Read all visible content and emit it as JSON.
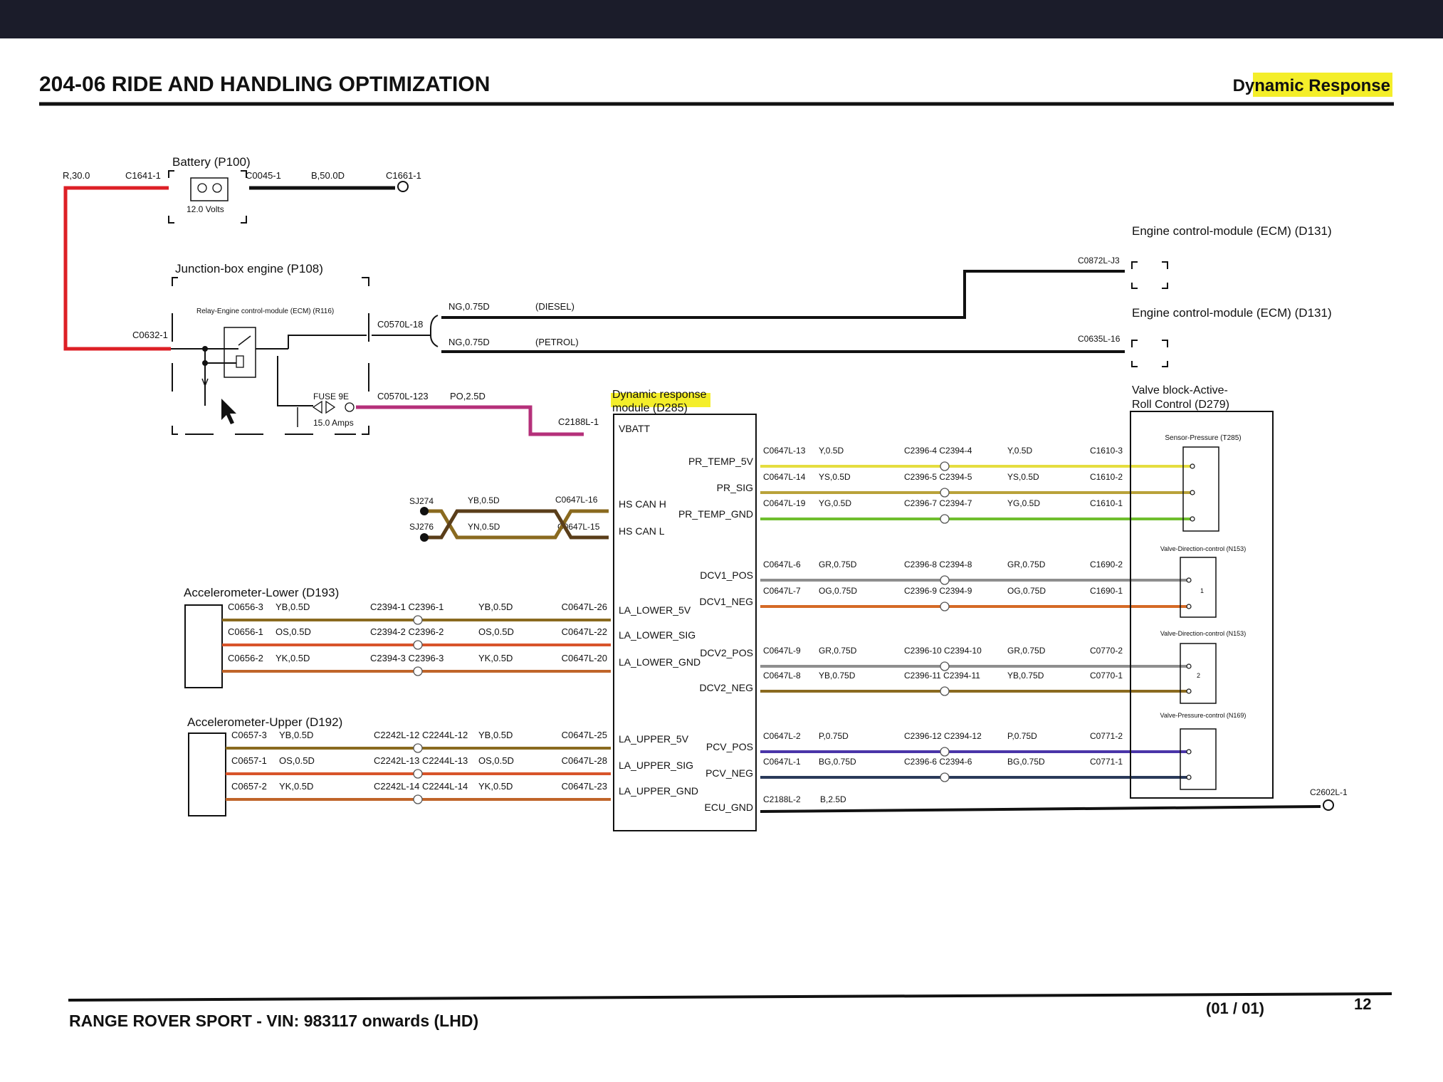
{
  "header": {
    "title": "204-06 RIDE AND HANDLING OPTIMIZATION",
    "badge": "Dynamic Response"
  },
  "footer": {
    "vehicle": "RANGE ROVER SPORT - VIN: 983117 onwards (LHD)",
    "pages": "(01 / 01)",
    "page_number": "12"
  },
  "colors": {
    "red": "#dd1f26",
    "black": "#111111",
    "pink": "#b5307a",
    "yb": "#8a6a1f",
    "yn": "#7a5a2a",
    "os": "#d8542a",
    "yk": "#c0652a",
    "y": "#e5dd3f",
    "ys": "#b9a23a",
    "yg": "#6fbe2d",
    "gr": "#8e8e8e",
    "og": "#d56a26",
    "p": "#4a35a8",
    "bg": "#2a3a5a",
    "highlight": "#f4ee2a"
  },
  "battery": {
    "title": "Battery (P100)",
    "volts": "12.0 Volts",
    "wire_in": "R,30.0",
    "conn_left": "C1641-1",
    "conn_right": "C0045-1",
    "wire_out": "B,50.0D",
    "ground": "C1661-1"
  },
  "junction": {
    "title": "Junction-box engine (P108)",
    "relay": "Relay-Engine control-module (ECM) (R116)",
    "conn_in": "C0632-1",
    "conn_out": "C0570L-18",
    "fuse": "FUSE 9E",
    "fuse_amps": "15.0 Amps",
    "fuse_conn": "C0570L-123",
    "fuse_wire": "PO,2.5D"
  },
  "ecm": {
    "title1": "Engine control-module (ECM) (D131)",
    "conn1": "C0872L-J3",
    "wire1": "NG,0.75D",
    "variant1": "(DIESEL)",
    "title2": "Engine control-module (ECM) (D131)",
    "conn2": "C0635L-16",
    "wire2": "NG,0.75D",
    "variant2": "(PETROL)"
  },
  "drm": {
    "title": "Dynamic response",
    "title2": "module (D285)",
    "feed_conn": "C2188L-1",
    "pins_left": [
      "VBATT",
      "HS CAN H",
      "HS CAN L",
      "LA_LOWER_5V",
      "LA_LOWER_SIG",
      "LA_LOWER_GND",
      "LA_UPPER_5V",
      "LA_UPPER_SIG",
      "LA_UPPER_GND"
    ],
    "pins_right": [
      "PR_TEMP_5V",
      "PR_SIG",
      "PR_TEMP_GND",
      "DCV1_POS",
      "DCV1_NEG",
      "DCV2_POS",
      "DCV2_NEG",
      "PCV_POS",
      "PCV_NEG",
      "ECU_GND"
    ]
  },
  "can": {
    "splice_h": "SJ274",
    "splice_l": "SJ276",
    "wire_h": "YB,0.5D",
    "wire_l": "YN,0.5D",
    "conn_h": "C0647L-16",
    "conn_l": "C0647L-15"
  },
  "accel_lower": {
    "title": "Accelerometer-Lower (D193)",
    "rows": [
      {
        "c1": "C0656-3",
        "w1": "YB,0.5D",
        "mid": "C2394-1 C2396-1",
        "w2": "YB,0.5D",
        "c2": "C0647L-26"
      },
      {
        "c1": "C0656-1",
        "w1": "OS,0.5D",
        "mid": "C2394-2 C2396-2",
        "w2": "OS,0.5D",
        "c2": "C0647L-22"
      },
      {
        "c1": "C0656-2",
        "w1": "YK,0.5D",
        "mid": "C2394-3 C2396-3",
        "w2": "YK,0.5D",
        "c2": "C0647L-20"
      }
    ]
  },
  "accel_upper": {
    "title": "Accelerometer-Upper (D192)",
    "rows": [
      {
        "c1": "C0657-3",
        "w1": "YB,0.5D",
        "mid": "C2242L-12 C2244L-12",
        "w2": "YB,0.5D",
        "c2": "C0647L-25"
      },
      {
        "c1": "C0657-1",
        "w1": "OS,0.5D",
        "mid": "C2242L-13 C2244L-13",
        "w2": "OS,0.5D",
        "c2": "C0647L-28"
      },
      {
        "c1": "C0657-2",
        "w1": "YK,0.5D",
        "mid": "C2242L-14 C2244L-14",
        "w2": "YK,0.5D",
        "c2": "C0647L-23"
      }
    ]
  },
  "right_wires": [
    {
      "c1": "C0647L-13",
      "w1": "Y,0.5D",
      "mid": "C2396-4 C2394-4",
      "w2": "Y,0.5D",
      "c2": "C1610-3"
    },
    {
      "c1": "C0647L-14",
      "w1": "YS,0.5D",
      "mid": "C2396-5 C2394-5",
      "w2": "YS,0.5D",
      "c2": "C1610-2"
    },
    {
      "c1": "C0647L-19",
      "w1": "YG,0.5D",
      "mid": "C2396-7 C2394-7",
      "w2": "YG,0.5D",
      "c2": "C1610-1"
    },
    {
      "c1": "C0647L-6",
      "w1": "GR,0.75D",
      "mid": "C2396-8 C2394-8",
      "w2": "GR,0.75D",
      "c2": "C1690-2"
    },
    {
      "c1": "C0647L-7",
      "w1": "OG,0.75D",
      "mid": "C2396-9 C2394-9",
      "w2": "OG,0.75D",
      "c2": "C1690-1"
    },
    {
      "c1": "C0647L-9",
      "w1": "GR,0.75D",
      "mid": "C2396-10 C2394-10",
      "w2": "GR,0.75D",
      "c2": "C0770-2"
    },
    {
      "c1": "C0647L-8",
      "w1": "YB,0.75D",
      "mid": "C2396-11 C2394-11",
      "w2": "YB,0.75D",
      "c2": "C0770-1"
    },
    {
      "c1": "C0647L-2",
      "w1": "P,0.75D",
      "mid": "C2396-12 C2394-12",
      "w2": "P,0.75D",
      "c2": "C0771-2"
    },
    {
      "c1": "C0647L-1",
      "w1": "BG,0.75D",
      "mid": "C2396-6 C2394-6",
      "w2": "BG,0.75D",
      "c2": "C0771-1"
    }
  ],
  "ground": {
    "c1": "C2188L-2",
    "w1": "B,2.5D",
    "c2": "C2602L-1"
  },
  "valve_block": {
    "title1": "Valve block-Active-",
    "title2": "Roll Control (D279)",
    "sensor": "Sensor-Pressure (T285)",
    "dcv1": "Valve-Direction-control (N153)",
    "dcv1_pin": "1",
    "dcv2": "Valve-Direction-control (N153)",
    "dcv2_pin": "2",
    "pcv": "Valve-Pressure-control (N169)"
  }
}
